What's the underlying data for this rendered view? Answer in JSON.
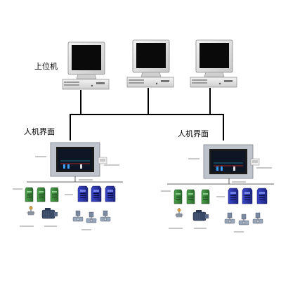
{
  "labels": {
    "upper": "上位机",
    "hmi_left": "人机界面",
    "hmi_right": "人机界面"
  },
  "colors": {
    "screen": "#0a0a0a",
    "monitor_body": "#e8e8e8",
    "bus": "#000000",
    "panel": "#bfc4cc",
    "module": "#2a33a0",
    "module_green": "#3a8a3a",
    "motor": "#3a4a66",
    "valve": "#8a9ab0"
  },
  "icons": {
    "computer": "desktop-computer-icon",
    "hmi": "hmi-panel-icon",
    "module": "io-module-icon",
    "motor": "motor-icon",
    "valve": "valve-icon",
    "sensor": "sensor-icon",
    "ac_unit": "ac-power-unit-icon"
  }
}
